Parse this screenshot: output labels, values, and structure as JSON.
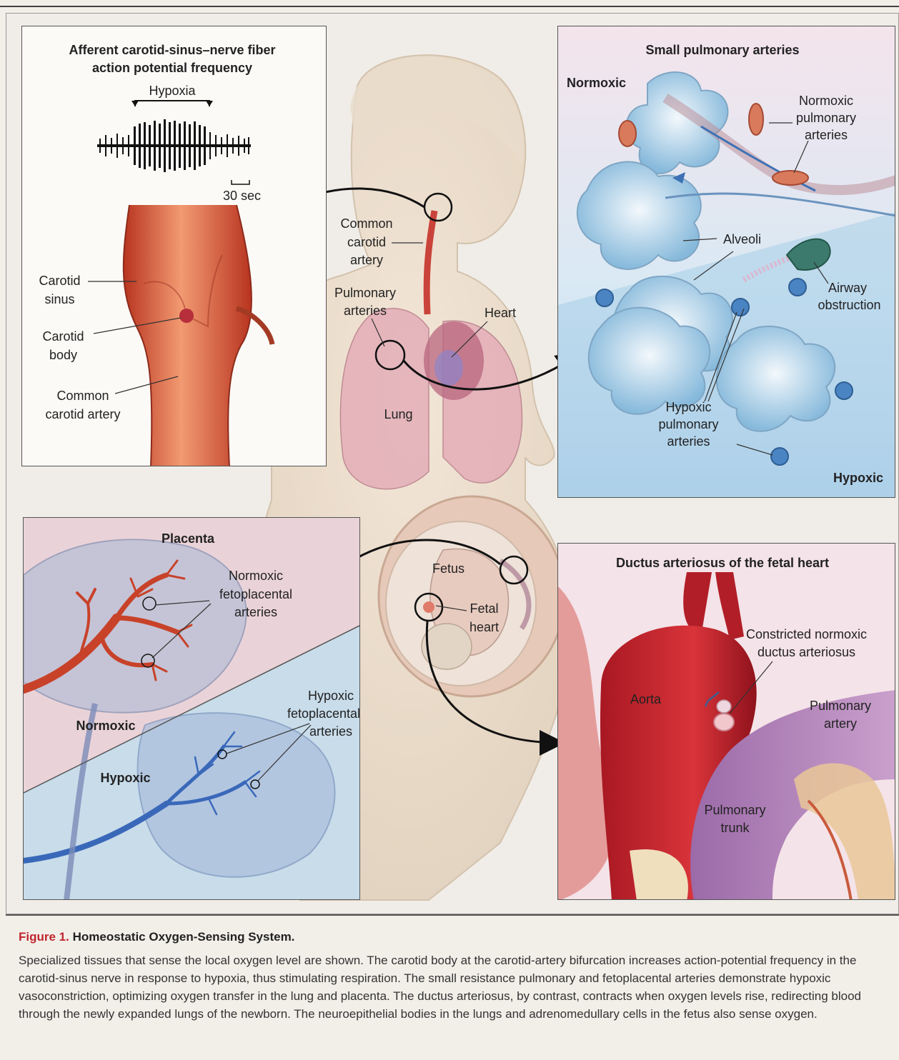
{
  "carotid_panel": {
    "title_line1": "Afferent carotid-sinus–nerve fiber",
    "title_line2": "action potential frequency",
    "hypoxia": "Hypoxia",
    "scale": "30 sec",
    "carotid_sinus": [
      "Carotid",
      "sinus"
    ],
    "carotid_body": [
      "Carotid",
      "body"
    ],
    "common_carotid": [
      "Common",
      "carotid artery"
    ]
  },
  "body_labels": {
    "common_carotid": [
      "Common",
      "carotid",
      "artery"
    ],
    "pulmonary_arteries": [
      "Pulmonary",
      "arteries"
    ],
    "heart": "Heart",
    "lung": "Lung",
    "fetus": "Fetus",
    "fetal_heart": [
      "Fetal",
      "heart"
    ]
  },
  "lung_panel": {
    "title": "Small pulmonary arteries",
    "normoxic": "Normoxic",
    "normoxic_arteries": [
      "Normoxic",
      "pulmonary",
      "arteries"
    ],
    "alveoli": "Alveoli",
    "airway": [
      "Airway",
      "obstruction"
    ],
    "hypoxic_arteries": [
      "Hypoxic",
      "pulmonary",
      "arteries"
    ],
    "hypoxic": "Hypoxic"
  },
  "placenta_panel": {
    "title": "Placenta",
    "normoxic_arteries": [
      "Normoxic",
      "fetoplacental",
      "arteries"
    ],
    "hypoxic_arteries": [
      "Hypoxic",
      "fetoplacental",
      "arteries"
    ],
    "normoxic": "Normoxic",
    "hypoxic": "Hypoxic"
  },
  "ductus_panel": {
    "title": "Ductus arteriosus of the fetal heart",
    "constricted": [
      "Constricted normoxic",
      "ductus arteriosus"
    ],
    "aorta": "Aorta",
    "pulmonary_artery": [
      "Pulmonary",
      "artery"
    ],
    "pulmonary_trunk": [
      "Pulmonary",
      "trunk"
    ]
  },
  "caption": {
    "fig_number": "Figure 1.",
    "title": "Homeostatic Oxygen-Sensing System.",
    "body": "Specialized tissues that sense the local oxygen level are shown. The carotid body at the carotid-artery bifurcation increases action-potential frequency in the carotid-sinus nerve in response to hypoxia, thus stimulating respiration. The small resistance pulmonary and fetoplacental arteries demonstrate hypoxic vasoconstriction, optimizing oxygen transfer in the lung and placenta. The ductus arteriosus, by contrast, contracts when oxygen levels rise, redirecting blood through the newly expanded lungs of the newborn. The neuroepithelial bodies in the lungs and adrenomedullary cells in the fetus also sense oxygen."
  },
  "colors": {
    "accent_red": "#c0262e",
    "artery_red": "#d2452c",
    "vein_blue": "#3b66b8",
    "lung_blue": "#9cc7e2"
  }
}
